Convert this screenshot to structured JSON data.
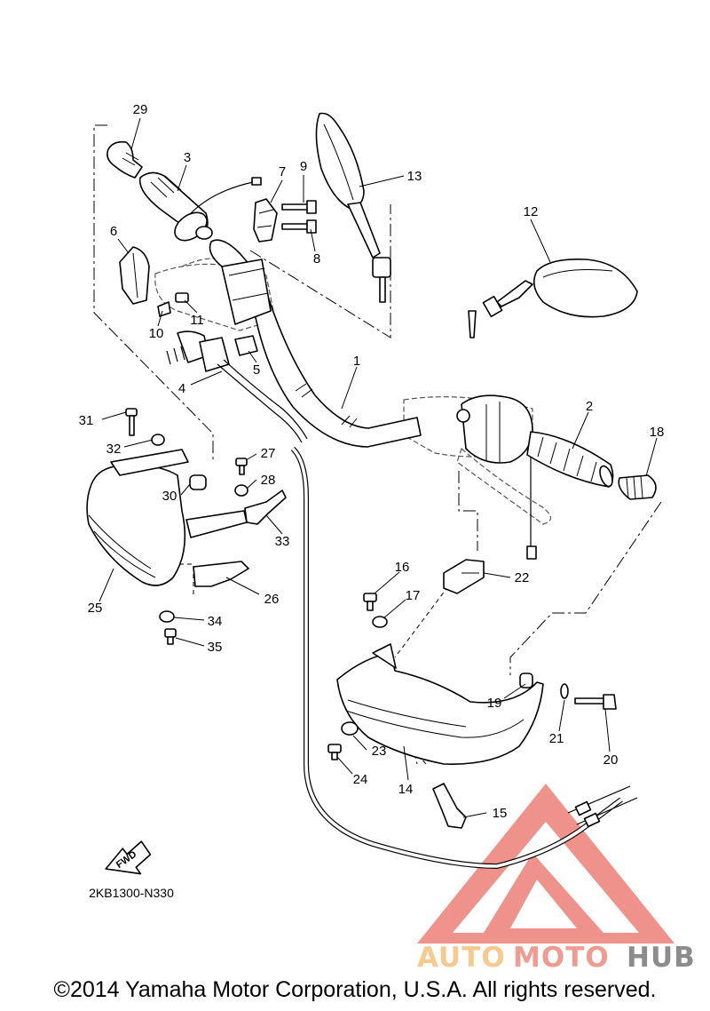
{
  "diagram": {
    "part_code": "2KB1300-N330",
    "copyright": "©2014 Yamaha Motor Corporation, U.S.A. All rights reserved.",
    "fwd_label": "FWD",
    "callouts": {
      "c1": "1",
      "c2": "2",
      "c3": "3",
      "c4": "4",
      "c5": "5",
      "c6": "6",
      "c7": "7",
      "c8": "8",
      "c9": "9",
      "c10": "10",
      "c11": "11",
      "c12": "12",
      "c13": "13",
      "c14": "14",
      "c15": "15",
      "c16": "16",
      "c17": "17",
      "c18": "18",
      "c19": "19",
      "c20": "20",
      "c21": "21",
      "c22": "22",
      "c23": "23",
      "c24": "24",
      "c25": "25",
      "c26": "26",
      "c27": "27",
      "c28": "28",
      "c29": "29",
      "c30": "30",
      "c31": "31",
      "c32": "32",
      "c33": "33",
      "c34": "34",
      "c35": "35"
    }
  },
  "watermark": {
    "word_part1": "AUTO",
    "word_part2": "MOTO",
    "word_part3": "HUB",
    "colors": {
      "auto": "#f6c98f",
      "moto": "#f09b8f",
      "hub": "#8c8c8c",
      "triangle": "#e53a2f"
    }
  }
}
